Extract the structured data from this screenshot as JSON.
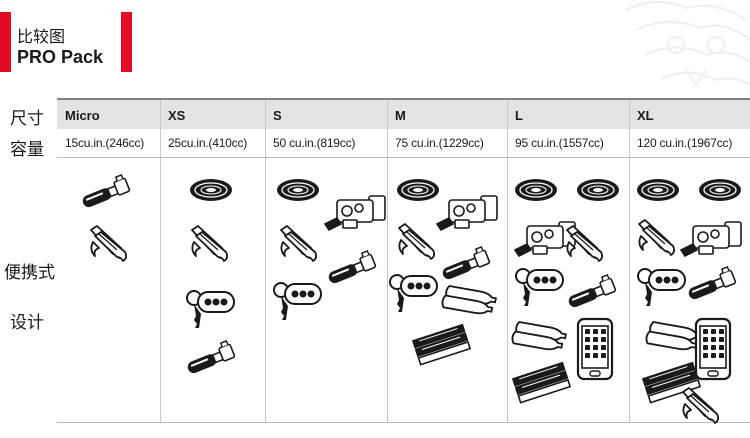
{
  "header": {
    "title_cn": "比较图",
    "title_en": "PRO Pack",
    "accent_color": "#e30a26"
  },
  "row_labels": {
    "size": "尺寸",
    "capacity": "容量",
    "portable": "便携式",
    "design": "设计"
  },
  "columns": [
    {
      "size": "Micro",
      "capacity": "15cu.in.(246cc)",
      "items": [
        "co2-inflator-icon",
        "tire-lever-icon"
      ]
    },
    {
      "size": "XS",
      "capacity": "25cu.in.(410cc)",
      "items": [
        "spare-tube-icon",
        "tire-lever-icon",
        "key-fob-icon",
        "co2-inflator-icon"
      ]
    },
    {
      "size": "S",
      "capacity": "50 cu.in.(819cc)",
      "items": [
        "spare-tube-icon",
        "patch-kit-icon",
        "tire-lever-icon",
        "co2-inflator-icon",
        "key-fob-icon"
      ]
    },
    {
      "size": "M",
      "capacity": "75 cu.in.(1229cc)",
      "items": [
        "spare-tube-icon",
        "patch-kit-icon",
        "tire-lever-icon",
        "co2-inflator-icon",
        "key-fob-icon",
        "co2-cartridges-icon",
        "energy-bars-icon"
      ]
    },
    {
      "size": "L",
      "capacity": "95 cu.in.(1557cc)",
      "items": [
        "spare-tube-icon",
        "spare-tube-icon",
        "patch-kit-icon",
        "tire-lever-icon",
        "key-fob-icon",
        "co2-inflator-icon",
        "co2-cartridges-icon",
        "smartphone-icon",
        "energy-bars-icon"
      ]
    },
    {
      "size": "XL",
      "capacity": "120 cu.in.(1967cc)",
      "items": [
        "spare-tube-icon",
        "spare-tube-icon",
        "tire-lever-icon",
        "patch-kit-icon",
        "key-fob-icon",
        "co2-inflator-icon",
        "co2-cartridges-icon",
        "smartphone-icon",
        "energy-bars-icon",
        "tire-lever-icon"
      ]
    }
  ]
}
